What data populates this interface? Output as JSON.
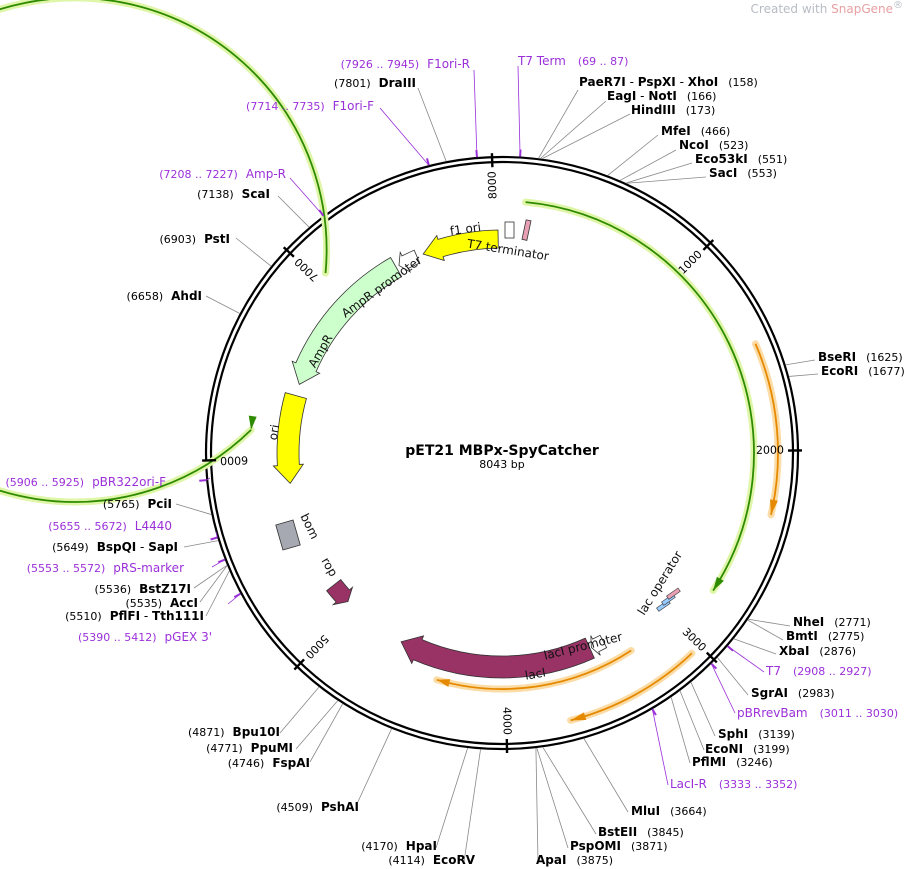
{
  "watermark": {
    "prefix": "Created with ",
    "brand": "SnapGene",
    "mark": "®"
  },
  "plasmid": {
    "name": "pET21 MBPx-SpyCatcher",
    "length_label": "8043 bp",
    "length": 8043
  },
  "ticks": [
    "1000",
    "2000",
    "3000",
    "4000",
    "5000",
    "6000",
    "7000",
    "8000"
  ],
  "sites": [
    {
      "pos": "(158)",
      "names": [
        "PaeR7I",
        "PspXI",
        "XhoI"
      ]
    },
    {
      "pos": "(166)",
      "names": [
        "EagI",
        "NotI"
      ]
    },
    {
      "pos": "(173)",
      "names": [
        "HindIII"
      ]
    },
    {
      "pos": "(466)",
      "names": [
        "MfeI"
      ]
    },
    {
      "pos": "(523)",
      "names": [
        "NcoI"
      ]
    },
    {
      "pos": "(551)",
      "names": [
        "Eco53kI"
      ]
    },
    {
      "pos": "(553)",
      "names": [
        "SacI"
      ]
    },
    {
      "pos": "(1625)",
      "names": [
        "BseRI"
      ]
    },
    {
      "pos": "(1677)",
      "names": [
        "EcoRI"
      ]
    },
    {
      "pos": "(2771)",
      "names": [
        "NheI"
      ]
    },
    {
      "pos": "(2775)",
      "names": [
        "BmtI"
      ]
    },
    {
      "pos": "(2876)",
      "names": [
        "XbaI"
      ]
    },
    {
      "pos": "(2983)",
      "names": [
        "SgrAI"
      ]
    },
    {
      "pos": "(3139)",
      "names": [
        "SphI"
      ]
    },
    {
      "pos": "(3199)",
      "names": [
        "EcoNI"
      ]
    },
    {
      "pos": "(3246)",
      "names": [
        "PflMI"
      ]
    },
    {
      "pos": "(3664)",
      "names": [
        "MluI"
      ]
    },
    {
      "pos": "(3845)",
      "names": [
        "BstEII"
      ]
    },
    {
      "pos": "(3871)",
      "names": [
        "PspOMI"
      ]
    },
    {
      "pos": "(3875)",
      "names": [
        "ApaI"
      ]
    },
    {
      "pos": "(4114)",
      "names": [
        "EcoRV"
      ]
    },
    {
      "pos": "(4170)",
      "names": [
        "HpaI"
      ]
    },
    {
      "pos": "(4509)",
      "names": [
        "PshAI"
      ]
    },
    {
      "pos": "(4746)",
      "names": [
        "FspAI"
      ]
    },
    {
      "pos": "(4771)",
      "names": [
        "PpuMI"
      ]
    },
    {
      "pos": "(4871)",
      "names": [
        "Bpu10I"
      ]
    },
    {
      "pos": "(5510)",
      "names": [
        "PflFI",
        "Tth111I"
      ]
    },
    {
      "pos": "(5535)",
      "names": [
        "AccI"
      ]
    },
    {
      "pos": "(5536)",
      "names": [
        "BstZ17I"
      ]
    },
    {
      "pos": "(5649)",
      "names": [
        "BspQI",
        "SapI"
      ]
    },
    {
      "pos": "(5765)",
      "names": [
        "PciI"
      ]
    },
    {
      "pos": "(6658)",
      "names": [
        "AhdI"
      ]
    },
    {
      "pos": "(6903)",
      "names": [
        "PstI"
      ]
    },
    {
      "pos": "(7138)",
      "names": [
        "ScaI"
      ]
    },
    {
      "pos": "(7801)",
      "names": [
        "DraIII"
      ]
    }
  ],
  "primers": [
    {
      "name": "T7 Term",
      "range": "(69 .. 87)"
    },
    {
      "name": "F1ori-R",
      "range": "(7926 .. 7945)"
    },
    {
      "name": "F1ori-F",
      "range": "(7714 .. 7735)"
    },
    {
      "name": "Amp-R",
      "range": "(7208 .. 7227)"
    },
    {
      "name": "pBR322ori-F",
      "range": "(5906 .. 5925)"
    },
    {
      "name": "L4440",
      "range": "(5655 .. 5672)"
    },
    {
      "name": "pRS-marker",
      "range": "(5553 .. 5572)"
    },
    {
      "name": "pGEX 3'",
      "range": "(5390 .. 5412)"
    },
    {
      "name": "T7",
      "range": "(2908 .. 2927)"
    },
    {
      "name": "pBRrevBam",
      "range": "(3011 .. 3030)"
    },
    {
      "name": "LacI-R",
      "range": "(3333 .. 3352)"
    }
  ],
  "features": [
    {
      "name": "f1 ori",
      "color": "#ffff00"
    },
    {
      "name": "T7 terminator",
      "color": "#ffffff"
    },
    {
      "name": "AmpR promoter",
      "color": "#ffffff"
    },
    {
      "name": "AmpR",
      "color": "#ccffcc"
    },
    {
      "name": "ori",
      "color": "#ffff00"
    },
    {
      "name": "bom",
      "color": "#a6a9b2"
    },
    {
      "name": "rop",
      "color": "#993366"
    },
    {
      "name": "lac operator",
      "color": "#99ccff"
    },
    {
      "name": "lacI promoter",
      "color": "#ffffff"
    },
    {
      "name": "lacI",
      "color": "#993366"
    }
  ],
  "colors": {
    "enzyme": "#000000",
    "primer": "#9b30d9",
    "green_orf": "#2e8b00",
    "orange_orf": "#e58a00"
  }
}
